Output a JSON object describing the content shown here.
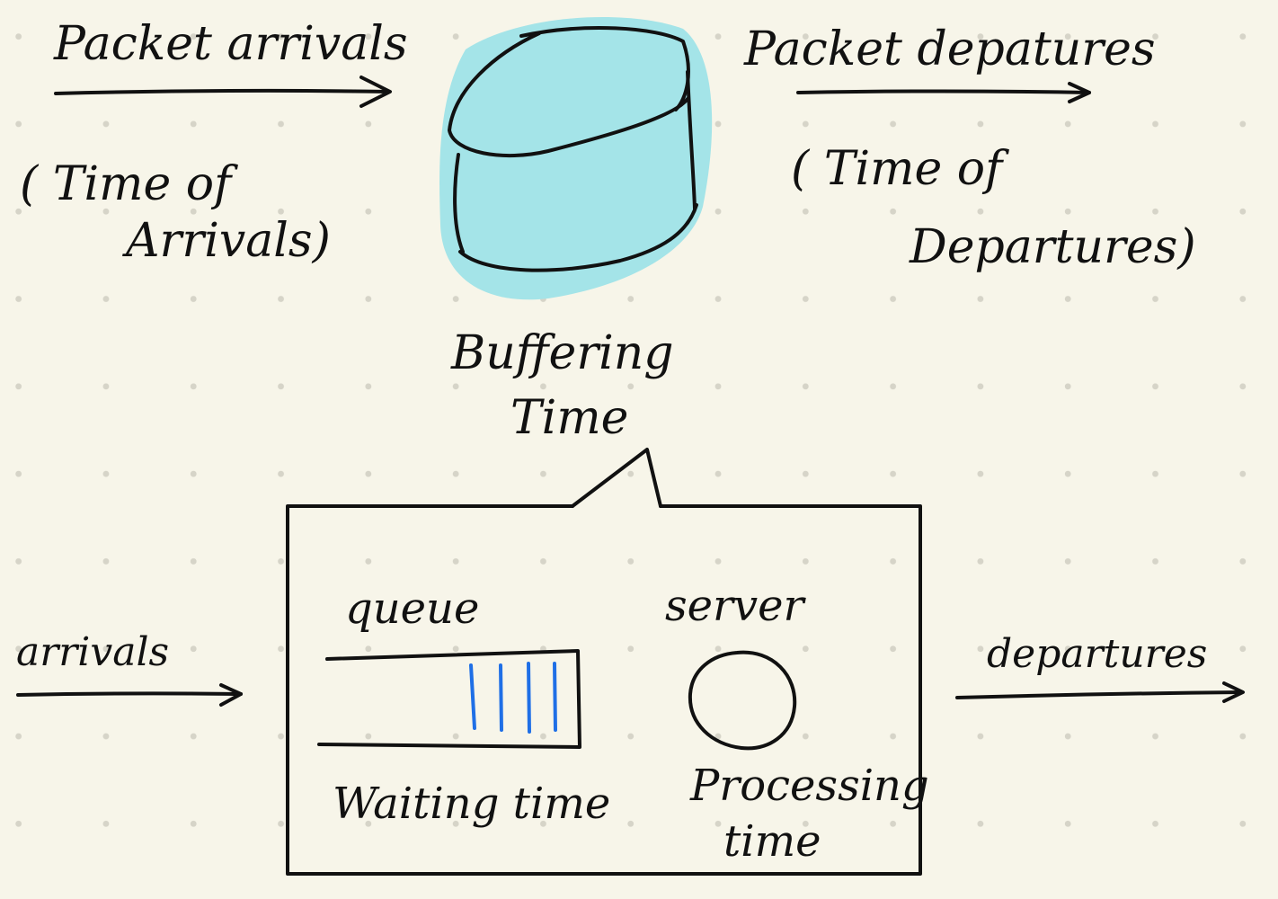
{
  "top": {
    "arrivals_label": "Packet arrivals",
    "arrivals_note_line1": "( Time of",
    "arrivals_note_line2": "Arrivals)",
    "departures_label": "Packet depatures",
    "departures_note_line1": "( Time of",
    "departures_note_line2": "Departures)",
    "buffer_label_line1": "Buffering",
    "buffer_label_line2": "Time"
  },
  "detail": {
    "arrivals_label": "arrivals",
    "departures_label": "departures",
    "queue_label": "queue",
    "server_label": "server",
    "waiting_label": "Waiting time",
    "processing_label_line1": "Processing",
    "processing_label_line2": "time"
  },
  "colors": {
    "background": "#f7f5e9",
    "ink": "#111111",
    "buffer_fill": "#a4e4e8",
    "queue_item": "#1f6fe6"
  }
}
